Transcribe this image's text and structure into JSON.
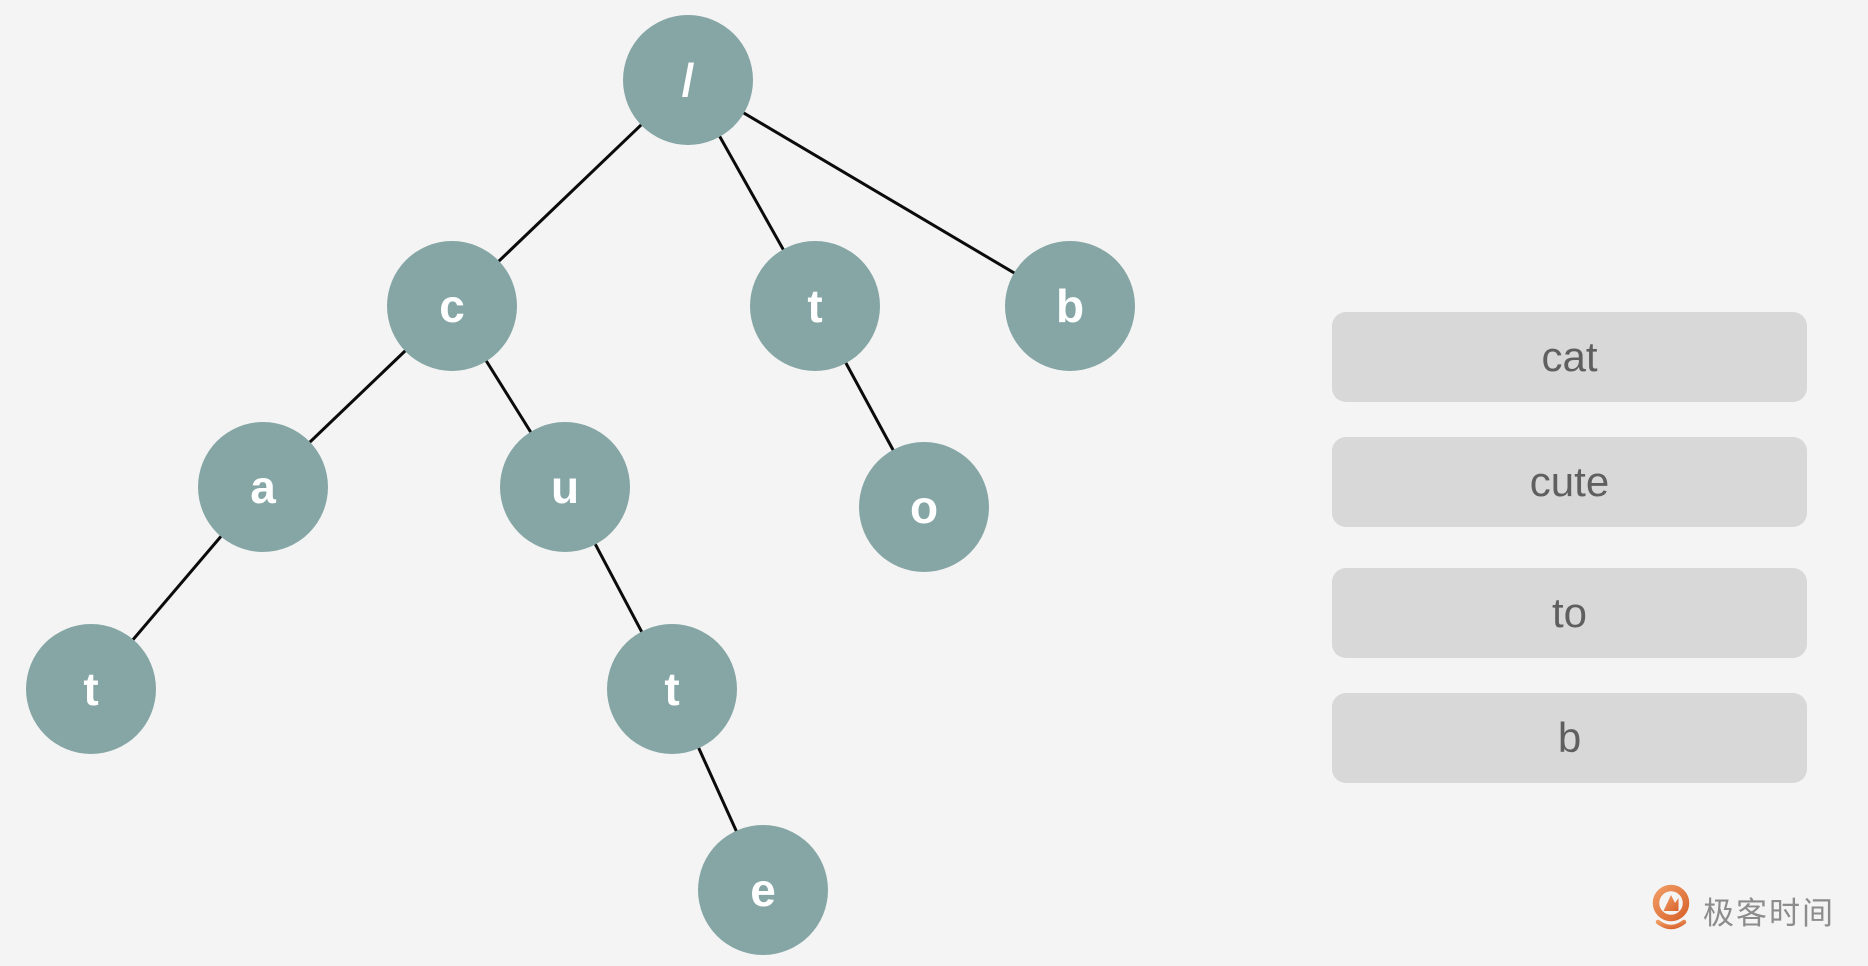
{
  "page": {
    "background": "#F3F4F3"
  },
  "tree": {
    "type": "trie-prefix-tree",
    "node_fill": "#86A6A6",
    "node_text_color": "#FFFFFF",
    "edge_color": "#0B0B0B",
    "nodes": [
      {
        "id": "root",
        "label": "/"
      },
      {
        "id": "c",
        "label": "c"
      },
      {
        "id": "t-1",
        "label": "t"
      },
      {
        "id": "b",
        "label": "b"
      },
      {
        "id": "a",
        "label": "a"
      },
      {
        "id": "u",
        "label": "u"
      },
      {
        "id": "o",
        "label": "o"
      },
      {
        "id": "t-2",
        "label": "t"
      },
      {
        "id": "t-3",
        "label": "t"
      },
      {
        "id": "e",
        "label": "e"
      }
    ],
    "edges": [
      [
        "root",
        "c"
      ],
      [
        "root",
        "t-1"
      ],
      [
        "root",
        "b"
      ],
      [
        "c",
        "a"
      ],
      [
        "c",
        "u"
      ],
      [
        "a",
        "t-2"
      ],
      [
        "u",
        "t-3"
      ],
      [
        "t-1",
        "o"
      ],
      [
        "t-3",
        "e"
      ]
    ]
  },
  "word_list": {
    "items": [
      "cat",
      "cute",
      "to",
      "b"
    ],
    "chip_background": "#D8D8D8",
    "chip_text_color": "#5F5F5F"
  },
  "branding": {
    "logo_text": "极客时间",
    "logo_accent_color": "#E0763B",
    "logo_text_color": "#8C8C8C"
  }
}
